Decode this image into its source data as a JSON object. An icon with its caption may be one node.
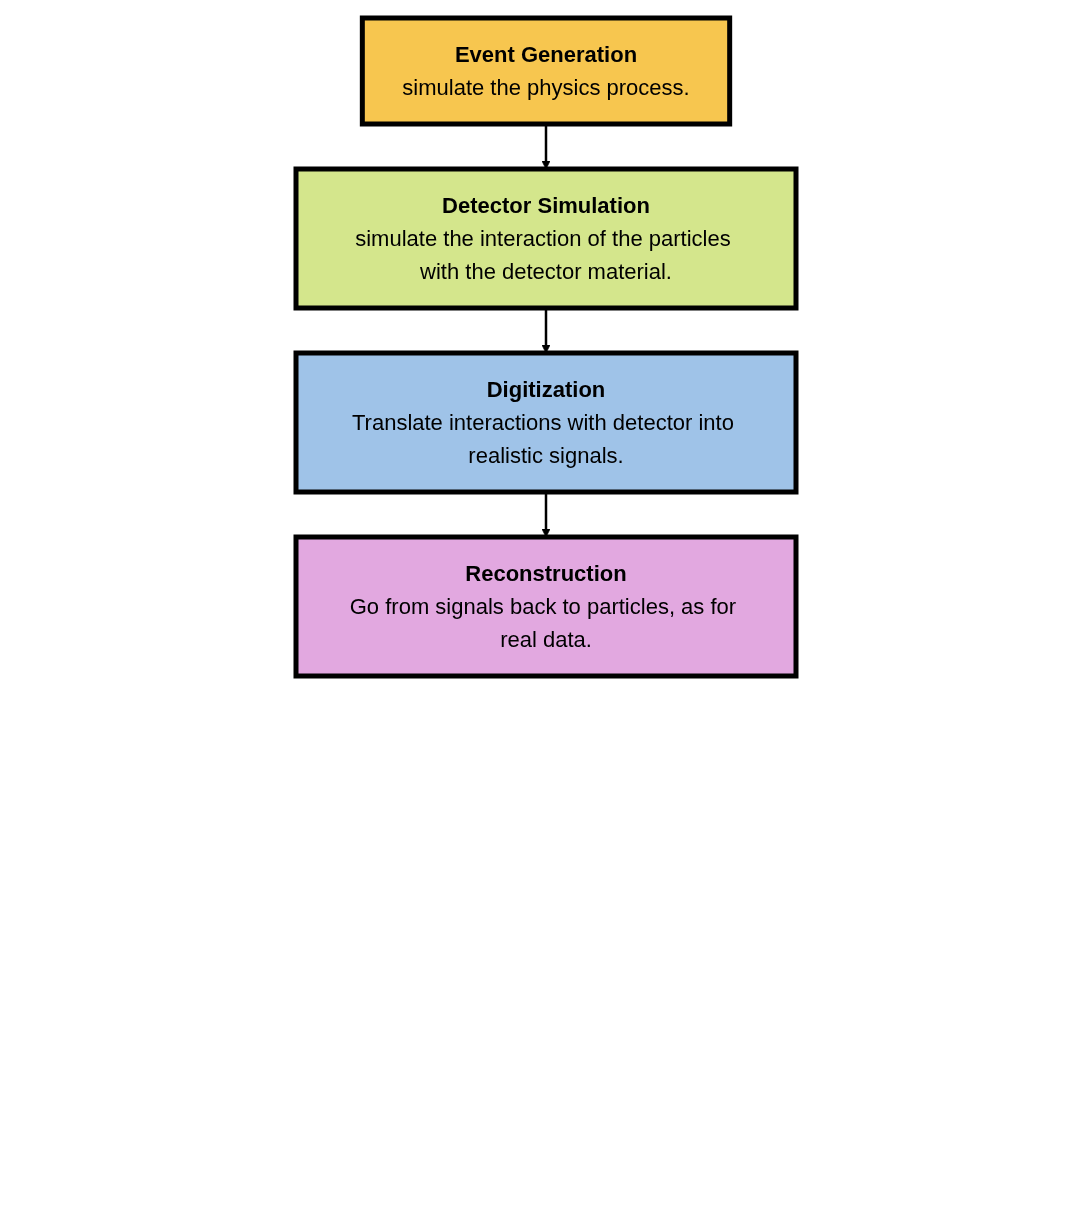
{
  "diagram": {
    "nodes": [
      {
        "text": [
          "Event Generation",
          "simulate the physics process."
        ]
      },
      {
        "text": [
          "Detector Simulation",
          "simulate the interaction of the particles with the detector material."
        ]
      },
      {
        "text": [
          "Digitization",
          "Translate interactions with detector into realistic signals."
        ]
      },
      {
        "text": [
          "Reconstruction",
          "Go from signals back to particles, as for real data."
        ]
      }
    ],
    "edges": [
      {
        "from": 0,
        "to": 1,
        "arrow": "to"
      },
      {
        "from": 1,
        "to": 2,
        "arrow": "to"
      },
      {
        "from": 2,
        "to": 3,
        "arrow": "to"
      }
    ]
  }
}
